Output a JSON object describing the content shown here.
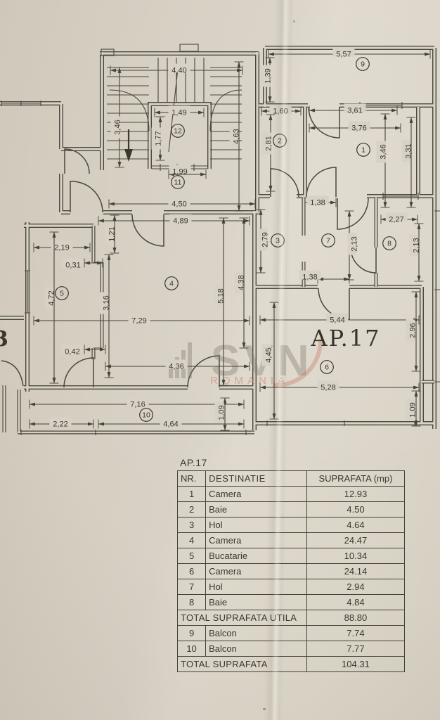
{
  "plan": {
    "apartment_label": "AP.17",
    "edge_partial": "3",
    "rooms": {
      "r1": "1",
      "r2": "2",
      "r3": "3",
      "r4": "4",
      "r5": "5",
      "r6": "6",
      "r7": "7",
      "r8": "8",
      "r9": "9",
      "r10": "10",
      "r11": "11",
      "r12": "12"
    },
    "dims": {
      "stair_top": "4,40",
      "stair_left": "3,46",
      "stair_right": "4,63",
      "lift_w": "1,49",
      "lift_h": "1,77",
      "lift_clear": "1,99",
      "hall_w": "4,50",
      "balc9_w": "5,57",
      "balc9_d": "1,39",
      "room2_w": "1,60",
      "room2_h": "2,81",
      "room1_top": "3,61",
      "room1_w": "3,76",
      "room1_h1": "3,46",
      "room1_h2": "3,31",
      "room1_door": "1,38",
      "room8_w": "2,27",
      "room8_h": "2,13",
      "room7_h": "2,13",
      "room7_door": "1,38",
      "room3_h": "2,79",
      "room3_w": "4,38",
      "room4_top": "4,89",
      "niche_1_21": "1,21",
      "kitchen_w": "2,19",
      "niche_0_31": "0,31",
      "kitchen_h": "4,72",
      "wall_3_16": "3,16",
      "width_7_29": "7,29",
      "room4_h": "5,18",
      "niche_0_42": "0,42",
      "room4_bottom": "4,36",
      "balc10_w": "7,16",
      "balc10_s1": "2,22",
      "balc10_s2": "4,64",
      "balc10_d": "1,09",
      "room6_top": "5,44",
      "room6_h": "4,45",
      "room6_bottom": "5,28",
      "room6_right": "2,96",
      "balc_right_d": "1,09"
    }
  },
  "watermark": {
    "line1": "SVN",
    "line2": "ROMANIA"
  },
  "table": {
    "title": "AP.17",
    "headers": [
      "NR.",
      "DESTINATIE",
      "SUPRAFATA (mp)"
    ],
    "rows": [
      {
        "nr": "1",
        "dest": "Camera",
        "sup": "12.93"
      },
      {
        "nr": "2",
        "dest": "Baie",
        "sup": "4.50"
      },
      {
        "nr": "3",
        "dest": "Hol",
        "sup": "4.64"
      },
      {
        "nr": "4",
        "dest": "Camera",
        "sup": "24.47"
      },
      {
        "nr": "5",
        "dest": "Bucatarie",
        "sup": "10.34"
      },
      {
        "nr": "6",
        "dest": "Camera",
        "sup": "24.14"
      },
      {
        "nr": "7",
        "dest": "Hol",
        "sup": "2.94"
      },
      {
        "nr": "8",
        "dest": "Baie",
        "sup": "4.84"
      }
    ],
    "total_utila": {
      "label": "TOTAL SUPRAFATA UTILA",
      "value": "88.80"
    },
    "balcony_rows": [
      {
        "nr": "9",
        "dest": "Balcon",
        "sup": "7.74"
      },
      {
        "nr": "10",
        "dest": "Balcon",
        "sup": "7.77"
      }
    ],
    "total": {
      "label": "TOTAL SUPRAFATA",
      "value": "104.31"
    }
  }
}
